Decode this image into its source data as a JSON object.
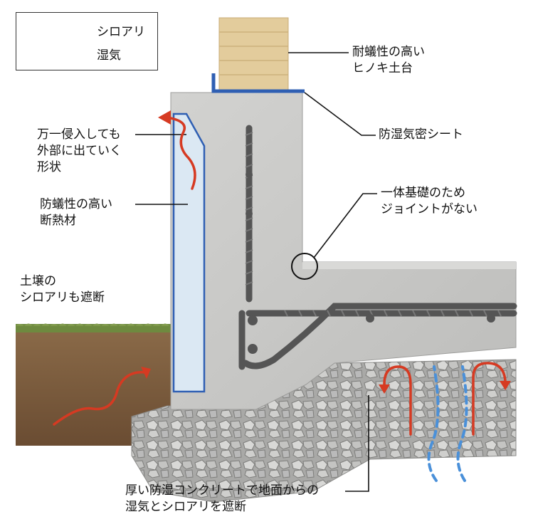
{
  "legend": {
    "termite_label": "シロアリ",
    "moisture_label": "湿気"
  },
  "labels": {
    "sill_line1": "耐蟻性の高い",
    "sill_line2": "ヒノキ土台",
    "airtight_sheet": "防湿気密シート",
    "joint_line1": "一体基礎のため",
    "joint_line2": "ジョイントがない",
    "escape_line1": "万一侵入しても",
    "escape_line2": "外部に出ていく",
    "escape_line3": "形状",
    "insulation_line1": "防蟻性の高い",
    "insulation_line2": "断熱材",
    "soil_line1": "土壌の",
    "soil_line2": "シロアリも遮断",
    "slab_line1": "厚い防湿コンクリートで地面からの",
    "slab_line2": "湿気とシロアリを遮断"
  },
  "colors": {
    "termite": "#d63a22",
    "moisture": "#4a90d9",
    "concrete": "#c9c9c7",
    "sheet": "#2f5fb3",
    "insulation": "#dbe8f3",
    "soil": "#7a5a3d",
    "grass": "#6e8a3f",
    "wood": "#e3cc9c",
    "rebar": "#555555"
  },
  "icons": [
    "termite-path-arrow",
    "moisture-dashed-line",
    "highlight-circle"
  ]
}
